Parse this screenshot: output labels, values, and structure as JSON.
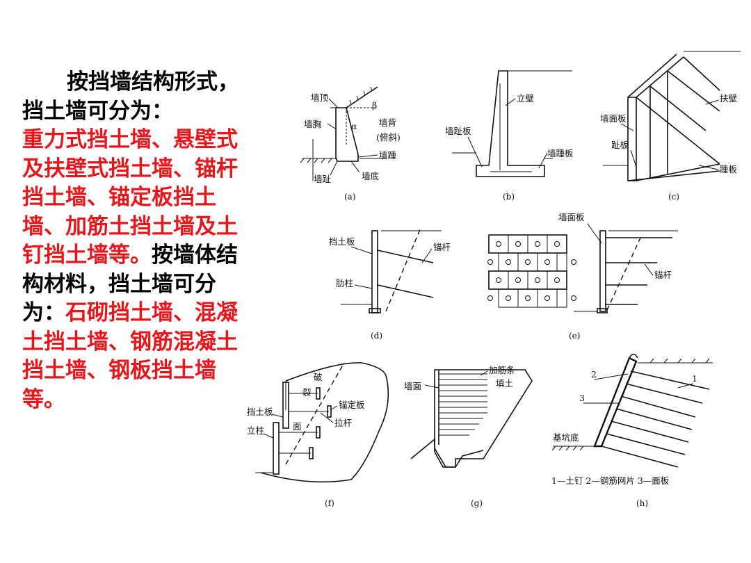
{
  "text": {
    "p1": "按挡墙结构形式，挡土墙可分为：",
    "p2": "重力式挡土墙、悬壁式及扶壁式挡土墙、锚杆挡土墙、锚定板挡土墙、加筋土挡土墙及土钉挡土墙等。",
    "p3": "按墙体结构材料，挡土墙可分为：",
    "p4": "石砌挡土墙、混凝土挡土墙、钢筋混凝土挡土墙、钢板挡土墙等。"
  },
  "colors": {
    "highlight": "#e8161b",
    "text": "#000000"
  },
  "figures": {
    "a": {
      "caption": "(a)",
      "top": "墙顶",
      "chest": "墙胸",
      "back": "墙背",
      "back_note": "(俯斜)",
      "alpha": "α",
      "beta": "β",
      "heel": "墙踵",
      "bottom": "墙底",
      "toe": "墙趾"
    },
    "b": {
      "caption": "(b)",
      "stem": "立壁",
      "toe_slab": "墙趾板",
      "heel_slab": "墙踵板"
    },
    "c": {
      "caption": "(c)",
      "face": "墙面板",
      "counterfort": "扶壁",
      "toe_slab": "趾板",
      "heel_slab": "踵板"
    },
    "d": {
      "caption": "(d)",
      "panel": "挡土板",
      "rib": "肋柱",
      "anchor": "锚杆"
    },
    "e": {
      "caption": "(e)",
      "face": "墙面板",
      "anchor": "锚杆"
    },
    "f": {
      "caption": "(f)",
      "panel": "挡土板",
      "column": "立柱",
      "rupture1": "破",
      "rupture2": "裂",
      "rupture3": "面",
      "anchor_plate": "锚定板",
      "tie_rod": "拉杆"
    },
    "g": {
      "caption": "(g)",
      "face": "墙面",
      "strip": "加筋条",
      "fill": "填土"
    },
    "h": {
      "caption": "(h)",
      "n1": "1",
      "n2": "2",
      "n3": "3",
      "pit": "基坑底",
      "legend": "1—土钉    2—钢筋网片    3—面板"
    }
  }
}
